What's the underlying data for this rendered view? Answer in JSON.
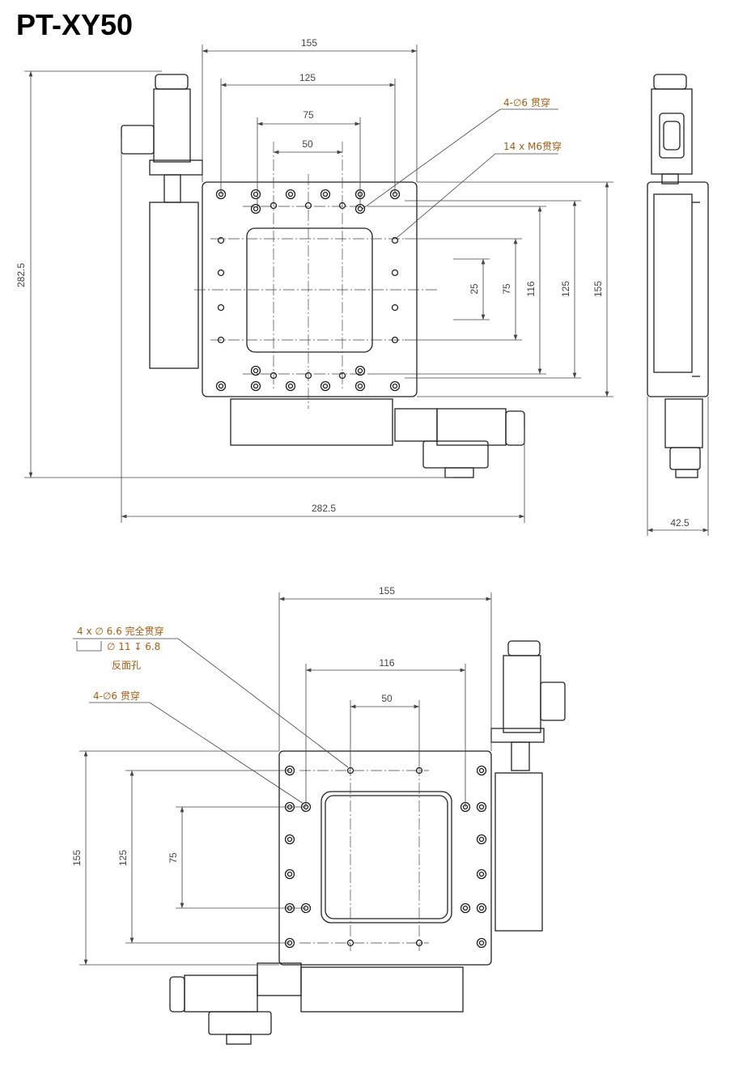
{
  "title": "PT-XY50",
  "colors": {
    "line": "#222222",
    "annotation": "#a0601a"
  },
  "top_view": {
    "dims": {
      "w155": "155",
      "w125": "125",
      "w75": "75",
      "w50": "50",
      "h25": "25",
      "h75": "75",
      "h116": "116",
      "h125": "125",
      "h155": "155",
      "total_h": "282.5",
      "total_w": "282.5"
    },
    "notes": {
      "thru_holes": "4-∅6 贯穿",
      "tapped": "14 x M6贯穿"
    }
  },
  "side_view": {
    "width": "42.5"
  },
  "bottom_view": {
    "dims": {
      "w155": "155",
      "w116": "116",
      "w50": "50",
      "h155": "155",
      "h125": "125",
      "h75": "75"
    },
    "notes": {
      "cbore_line1": "4 x ∅ 6.6 完全贯穿",
      "cbore_line2": "∅ 11 ↧ 6.8",
      "cbore_line3": "反面孔",
      "thru_holes": "4-∅6 贯穿"
    }
  }
}
